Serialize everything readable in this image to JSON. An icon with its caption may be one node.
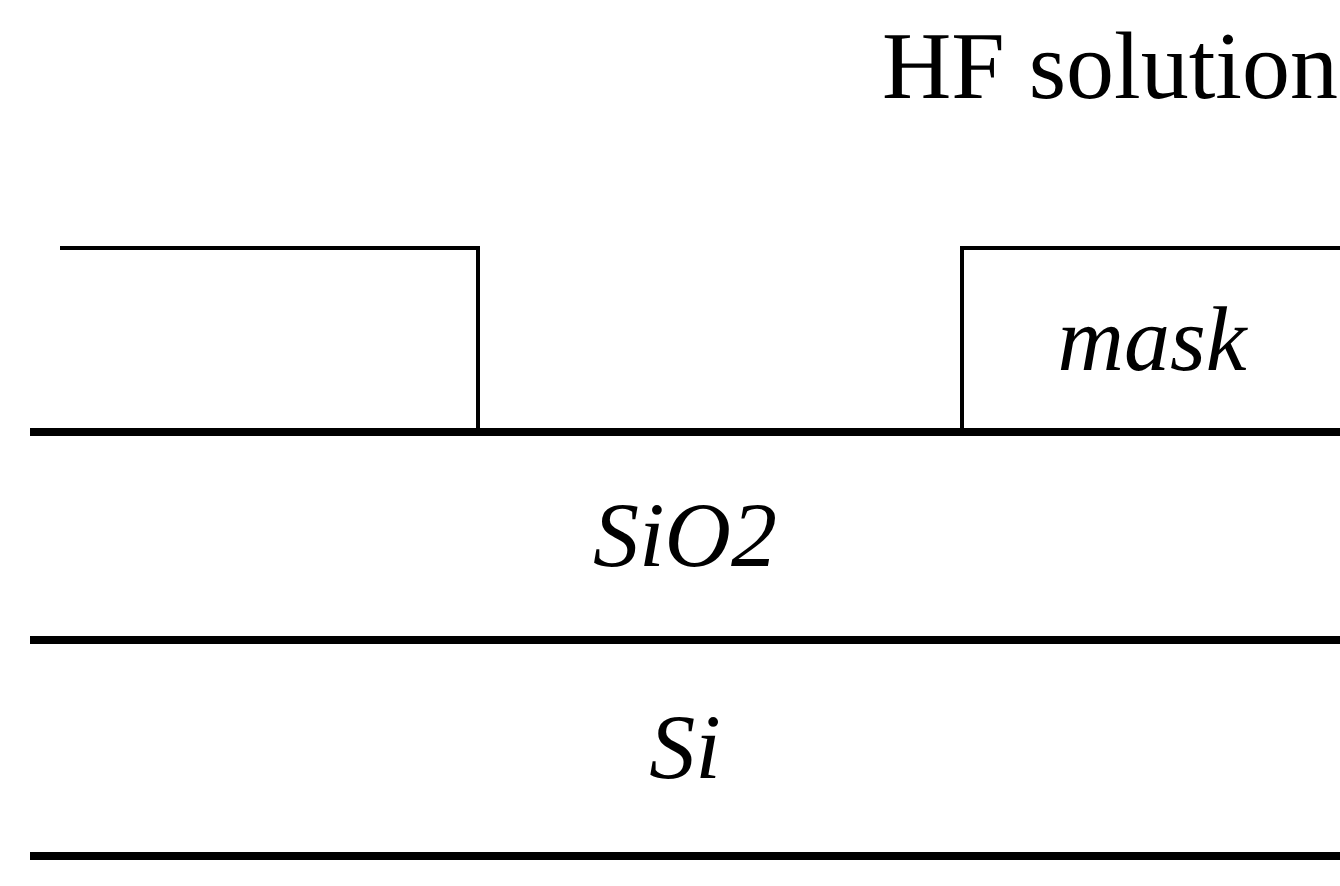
{
  "diagram": {
    "nodes": [
      {
        "text": [],
        "shape": "box"
      },
      {
        "text": [
          "mask"
        ]
      },
      {
        "text": [
          "SiO2"
        ]
      },
      {
        "text": [
          "Si"
        ]
      }
    ],
    "labels": [
      "HF solution"
    ]
  }
}
